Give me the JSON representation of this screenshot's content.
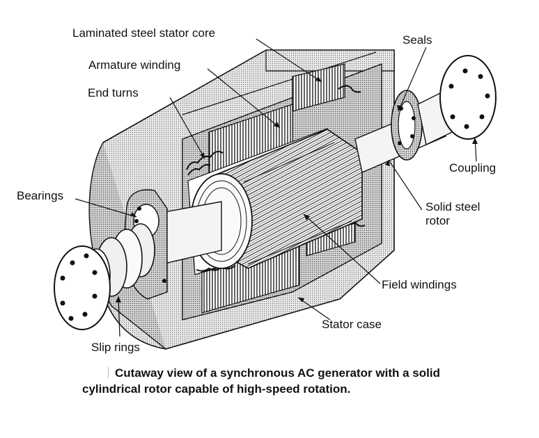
{
  "labels": {
    "stator_core": "Laminated steel stator core",
    "armature": "Armature winding",
    "end_turns": "End turns",
    "seals": "Seals",
    "coupling": "Coupling",
    "bearings": "Bearings",
    "rotor_line1": "Solid steel",
    "rotor_line2": "rotor",
    "field": "Field windings",
    "stator_case": "Stator case",
    "slip_rings": "Slip rings"
  },
  "caption": {
    "line1": "Cutaway view of a synchronous AC generator with a solid",
    "line2": "cylindrical rotor capable of high-speed rotation."
  }
}
